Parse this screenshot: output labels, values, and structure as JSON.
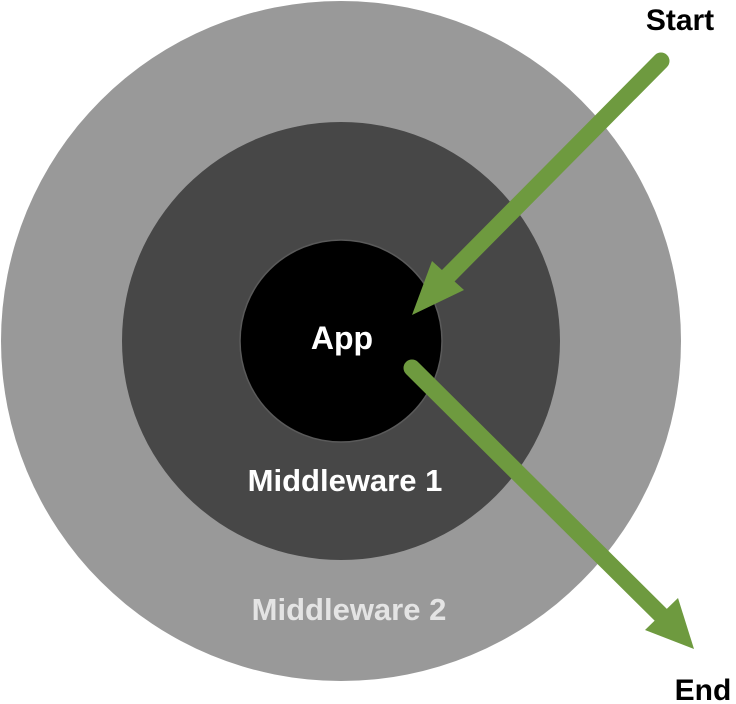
{
  "labels": {
    "start": "Start",
    "end": "End",
    "app": "App",
    "middleware_1": "Middleware 1",
    "middleware_2": "Middleware 2"
  },
  "colors": {
    "background": "#ffffff",
    "middleware_2_ring": "#999999",
    "middleware_1_ring": "#474747",
    "app_core": "#000000",
    "core_outline": "#5a5a5a",
    "arrow": "#6e9a3f",
    "outer_text": "#000000",
    "app_text": "#ffffff",
    "middleware_1_text": "#ffffff",
    "middleware_2_text": "#e4e4e4"
  },
  "nodes": [
    {
      "id": "middleware_2",
      "label_ref": "middleware_2"
    },
    {
      "id": "middleware_1",
      "label_ref": "middleware_1"
    },
    {
      "id": "app",
      "label_ref": "app"
    }
  ],
  "edges": [
    {
      "id": "request",
      "from": "start",
      "to": "app"
    },
    {
      "id": "response",
      "from": "app",
      "to": "end"
    }
  ]
}
